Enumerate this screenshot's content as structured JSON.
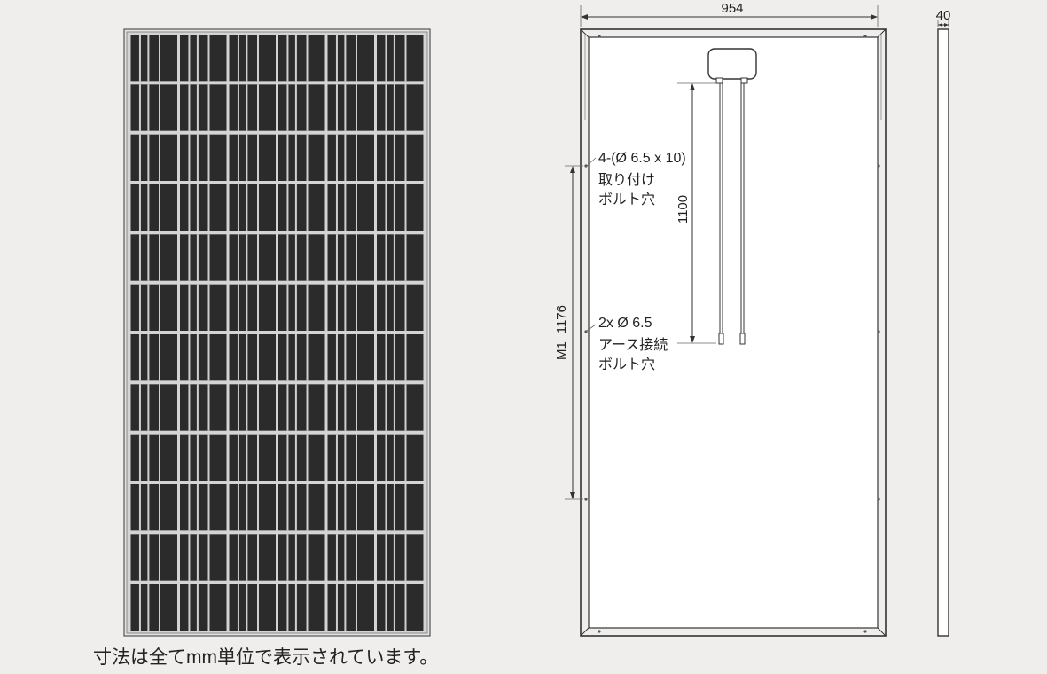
{
  "front_view": {
    "cell_grid": {
      "rows": 12,
      "cols": 6
    },
    "colors": {
      "frame": "#cfcfcf",
      "cell": "#2b2b2b",
      "background": "#efeeed"
    }
  },
  "back_view": {
    "width_label": "954",
    "height_label": "1176",
    "cable_length_label": "1100",
    "mounting_pitch_prefix": "M1",
    "mounting_holes": {
      "spec": "4-(Ø 6.5 x 10)",
      "line1": "取り付け",
      "line2": "ボルト穴"
    },
    "ground_holes": {
      "spec": "2x Ø 6.5",
      "line1": "アース接続",
      "line2": "ボルト穴"
    }
  },
  "side_view": {
    "thickness_label": "40"
  },
  "footer_note": "寸法は全てmm単位で表示されています。"
}
